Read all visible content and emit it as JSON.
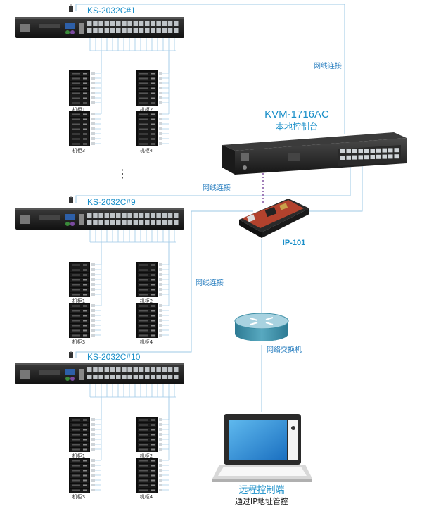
{
  "switch_top": "KS-2032C#1",
  "switch_mid": "KS-2032C#9",
  "switch_bot": "KS-2032C#10",
  "kvm_model": "KVM-1716AC",
  "kvm_desc": "本地控制台",
  "net_link": "网线连接",
  "ip_module": "IP-101",
  "network_switch": "网络交换机",
  "remote_title": "远程控制端",
  "remote_sub": "通过IP地址管控",
  "cabinets": [
    "机柜1",
    "机柜2",
    "机柜3",
    "机柜4"
  ],
  "ellipsis": "⋮",
  "colors": {
    "label_blue": "#1a8fc9",
    "wire_blue": "#9ec9e6",
    "device_dark": "#1c1c1c",
    "port_gray": "#bfc4c8",
    "dotted_purple": "#a07cb8",
    "router_teal": "#3d8fa6"
  }
}
